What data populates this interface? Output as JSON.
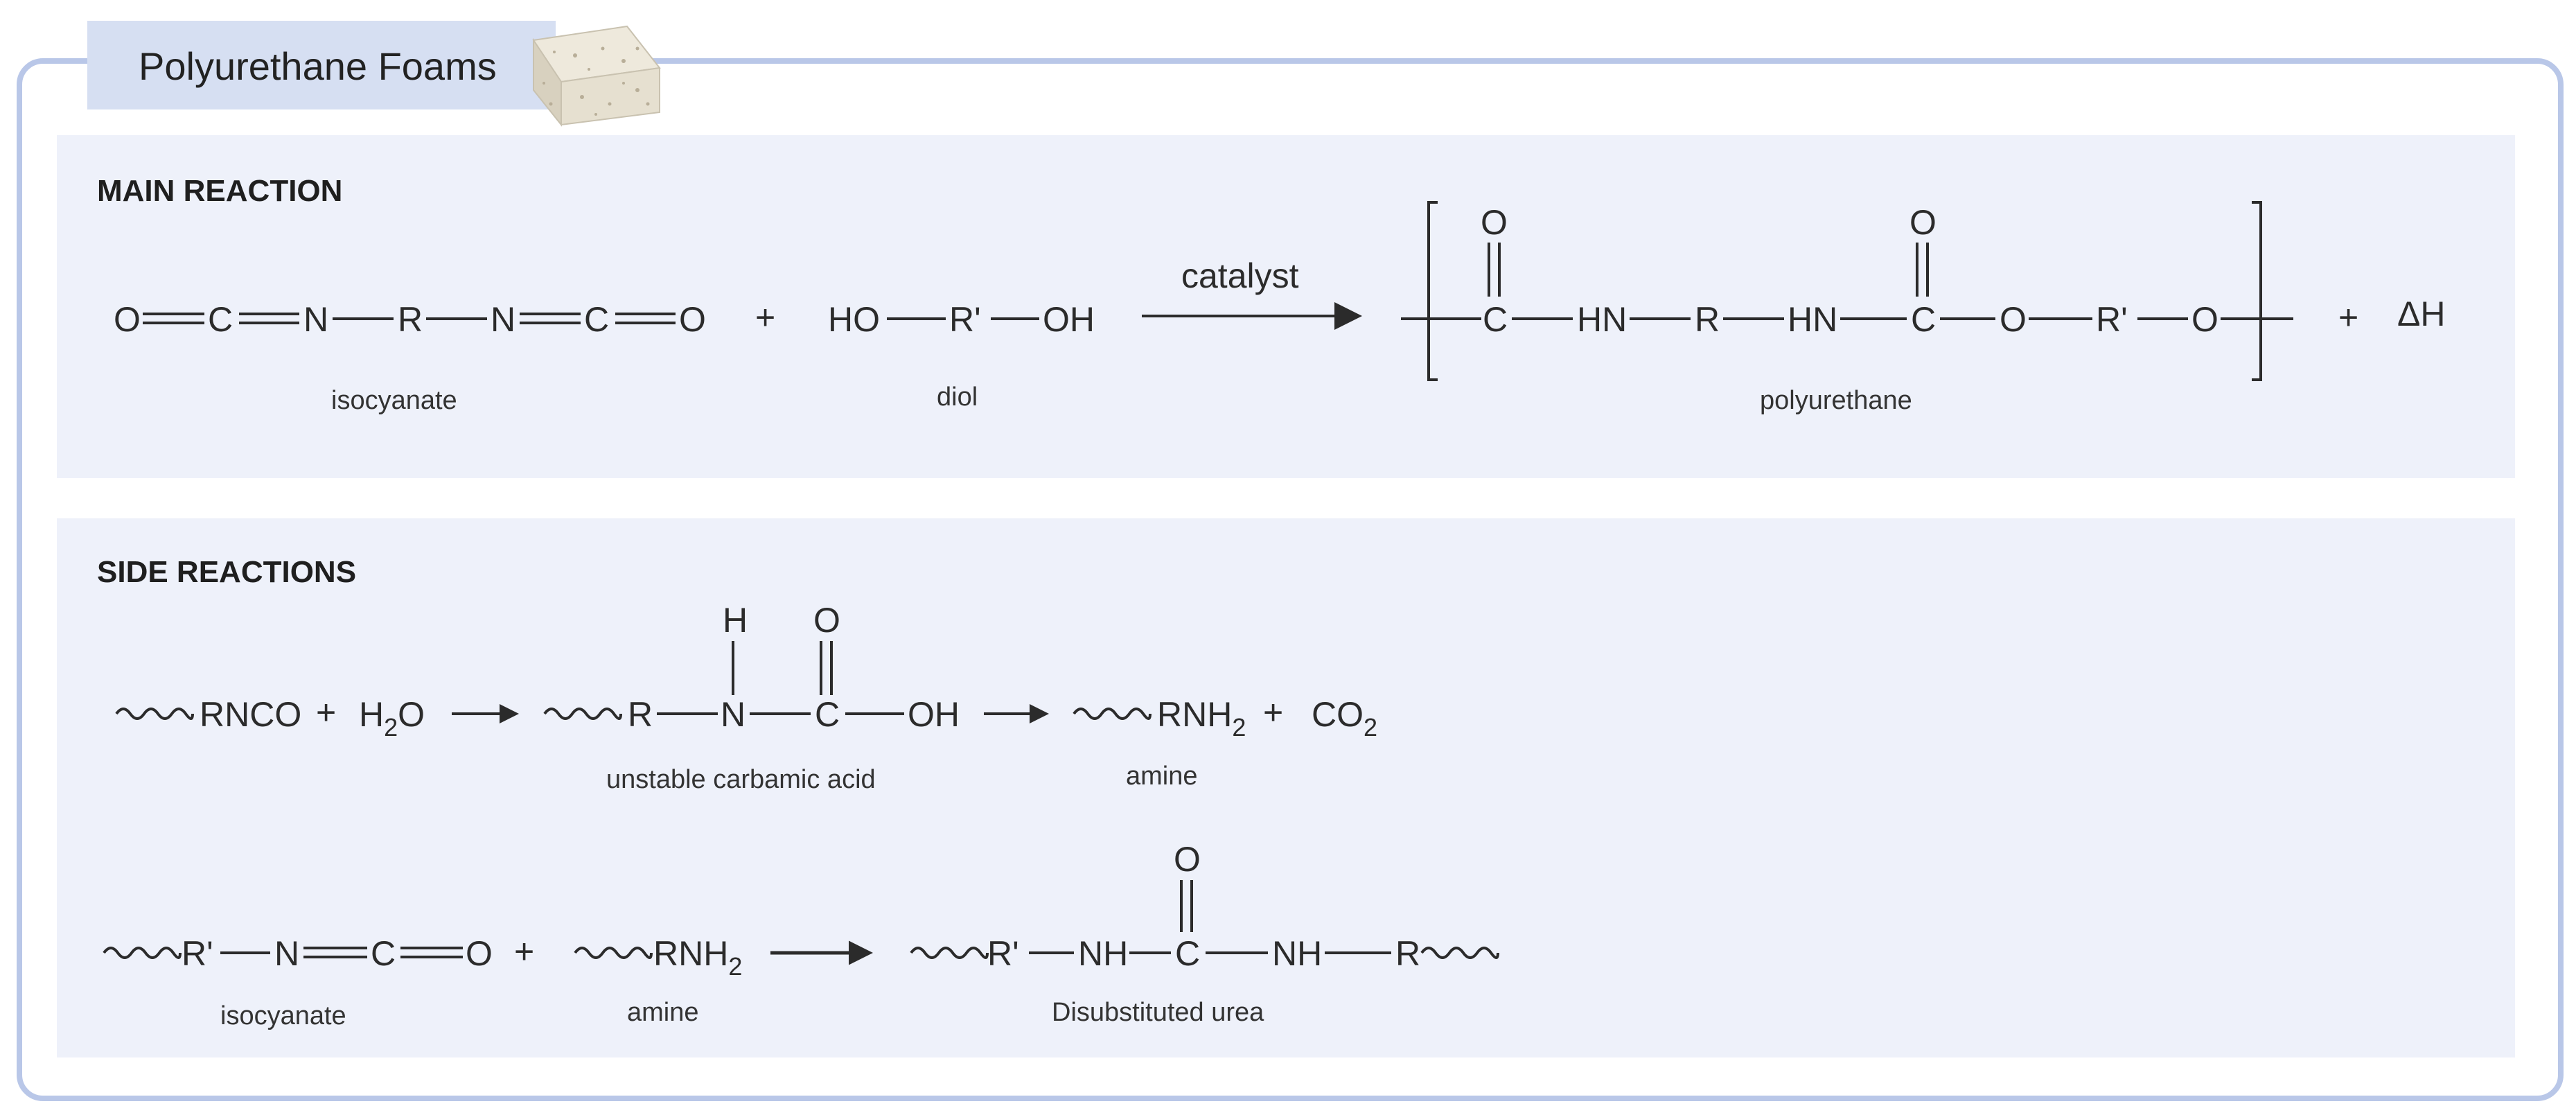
{
  "title": "Polyurethane Foams",
  "colors": {
    "frame": "#b9c7e8",
    "panel": "#eef1fa",
    "title_tab": "#d6dff2",
    "text": "#2b2b2b"
  },
  "main": {
    "heading": "MAIN REACTION",
    "isocyanate_atoms": [
      "O",
      "C",
      "N",
      "R",
      "N",
      "C",
      "O"
    ],
    "isocyanate_label": "isocyanate",
    "plus1": "+",
    "diol_atoms": [
      "HO",
      "R'",
      "OH"
    ],
    "diol_label": "diol",
    "catalyst": "catalyst",
    "poly_atoms": [
      "C",
      "HN",
      "R",
      "HN",
      "C",
      "O",
      "R'",
      "O"
    ],
    "poly_oxygens": [
      "O",
      "O"
    ],
    "poly_label": "polyurethane",
    "plus2": "+",
    "heat": "ΔH"
  },
  "side": {
    "heading": "SIDE REACTIONS",
    "r1": {
      "reactant": "RNCO",
      "plus": "+",
      "water_h": "H",
      "water_sub": "2",
      "water_o": "O",
      "acid_atoms": [
        "R",
        "N",
        "C",
        "OH"
      ],
      "acid_h": "H",
      "acid_o": "O",
      "acid_label": "unstable carbamic acid",
      "amine_main": "RNH",
      "amine_sub": "2",
      "plus2": "+",
      "co2_main": "CO",
      "co2_sub": "2",
      "amine_label": "amine"
    },
    "r2": {
      "iso_atoms": [
        "R'",
        "N",
        "C",
        "O"
      ],
      "iso_label": "isocyanate",
      "plus": "+",
      "amine_main": "RNH",
      "amine_sub": "2",
      "amine_label": "amine",
      "urea_atoms": [
        "R'",
        "NH",
        "C",
        "NH",
        "R"
      ],
      "urea_o": "O",
      "urea_label": "Disubstituted urea"
    }
  }
}
